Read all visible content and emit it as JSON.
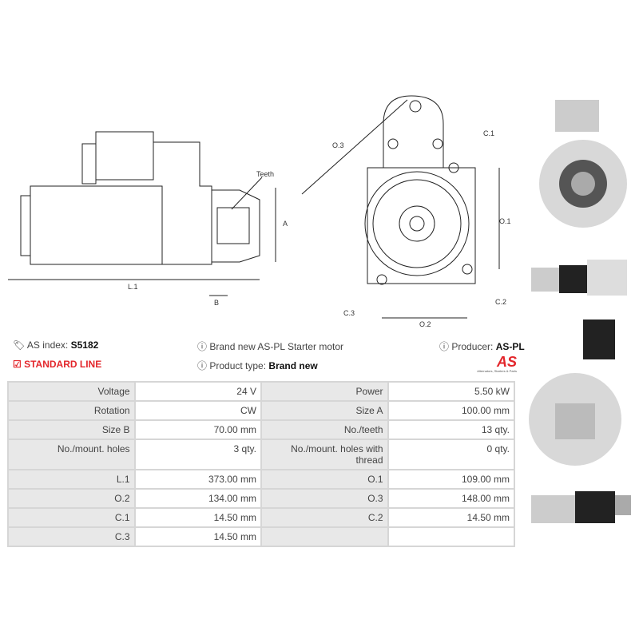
{
  "drawing": {
    "labels": {
      "teeth": "Teeth",
      "a": "A",
      "b": "B",
      "l1": "L.1",
      "o1": "O.1",
      "o2": "O.2",
      "o3": "O.3",
      "c1": "C.1",
      "c2": "C.2",
      "c3": "C.3"
    }
  },
  "info": {
    "as_index_label": "AS index:",
    "as_index_value": "S5182",
    "standard_line": "STANDARD LINE",
    "description": "Brand new AS-PL Starter motor",
    "product_type_label": "Product type:",
    "product_type_value": "Brand new",
    "producer_label": "Producer:",
    "producer_value": "AS-PL",
    "logo_text": "AS",
    "logo_tagline": "Alternators, Starters & Parts"
  },
  "specs": [
    [
      "Voltage",
      "24 V",
      "Power",
      "5.50 kW"
    ],
    [
      "Rotation",
      "CW",
      "Size A",
      "100.00 mm"
    ],
    [
      "Size B",
      "70.00 mm",
      "No./teeth",
      "13 qty."
    ],
    [
      "No./mount. holes",
      "3 qty.",
      "No./mount. holes with thread",
      "0 qty."
    ],
    [
      "L.1",
      "373.00 mm",
      "O.1",
      "109.00 mm"
    ],
    [
      "O.2",
      "134.00 mm",
      "O.3",
      "148.00 mm"
    ],
    [
      "C.1",
      "14.50 mm",
      "C.2",
      "14.50 mm"
    ],
    [
      "C.3",
      "14.50 mm",
      "",
      ""
    ]
  ],
  "colors": {
    "accent": "#e3262b"
  }
}
